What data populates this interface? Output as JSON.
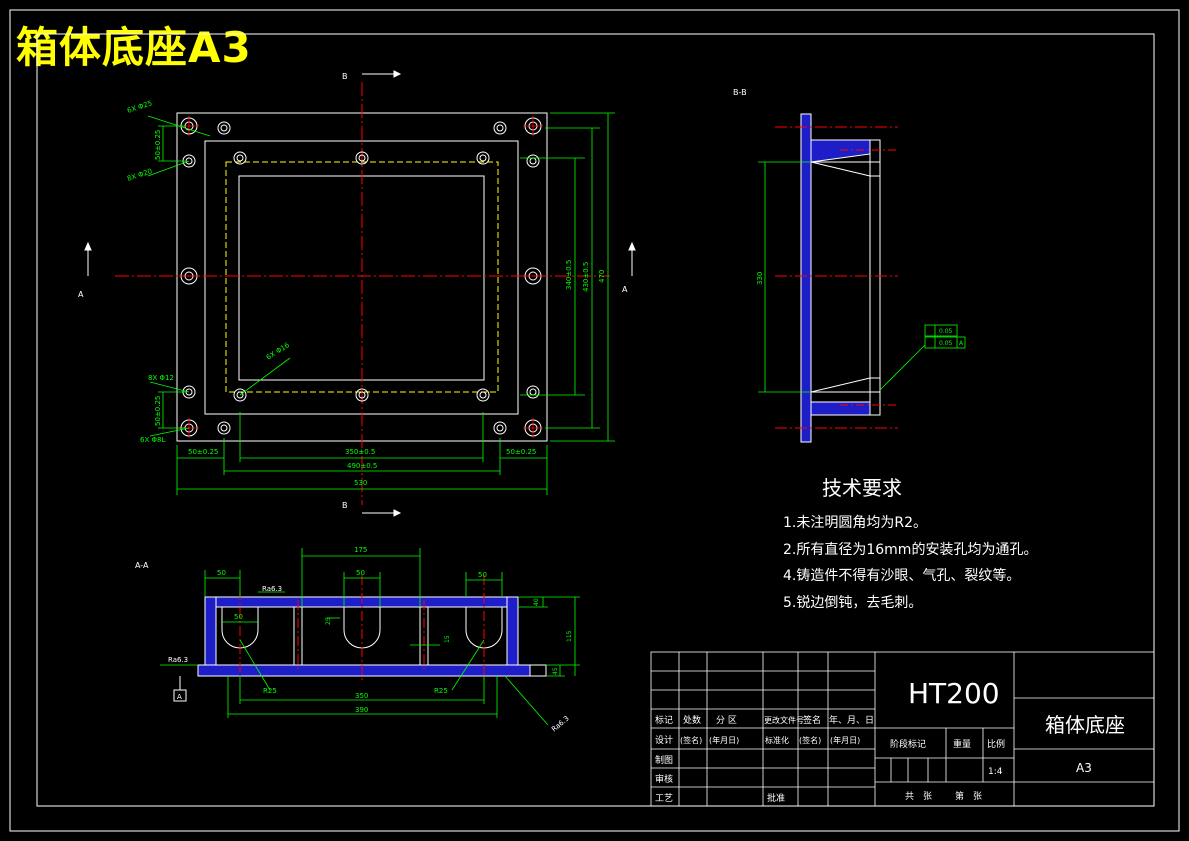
{
  "sheet_title": "箱体底座A3",
  "colors": {
    "outline": "#ffffff",
    "dimension": "#00ff00",
    "center_line": "#ff0000",
    "hidden_line": "#ffff00",
    "section_fill": "#1e1ec8",
    "title": "#ffff00"
  },
  "views": {
    "plan": {
      "section_markers": [
        "B",
        "B",
        "A",
        "A"
      ],
      "hole_callouts": [
        "6X Φ25",
        "8X Φ20",
        "8X Φ12",
        "6X Φ8L",
        "6X Φ16"
      ],
      "dims": {
        "small_vert_top": "50±0.25",
        "small_vert_bottom": "50±0.25",
        "inner_width": "350±0.5",
        "hole_span": "490±0.5",
        "overall_width": "530",
        "edge_left": "50±0.25",
        "edge_right": "50±0.25",
        "inner_height": "340±0.5",
        "hole_height": "430±0.5",
        "overall_height": "470"
      }
    },
    "side": {
      "label": "B-B",
      "height_dim": "330",
      "tolerance_frame": [
        "0.05",
        "0.05",
        "A"
      ]
    },
    "section": {
      "label": "A-A",
      "dims": {
        "top_span": "175",
        "slot_left": "50",
        "slot_mid": "50",
        "slot_right": "50",
        "inner_slot": "50",
        "depth_small": "25",
        "web": "15",
        "height_top": "40",
        "height_total": "115",
        "height_bottom": "45",
        "fillet_left": "R25",
        "fillet_right": "R25",
        "inner_span": "350",
        "outer_span": "390"
      },
      "roughness": [
        "Ra6.3",
        "Ra6.3",
        "Ra6.3"
      ],
      "datum": "A"
    }
  },
  "requirements": {
    "heading": "技术要求",
    "items": [
      "1.未注明圆角均为R2。",
      "2.所有直径为16mm的安装孔均为通孔。",
      "4.铸造件不得有沙眼、气孔、裂纹等。",
      "5.锐边倒钝，去毛刺。"
    ]
  },
  "title_block": {
    "material": "HT200",
    "part_name": "箱体底座",
    "sheet_size": "A3",
    "scale": "1:4",
    "scale_label": "比例",
    "weight_label": "重量",
    "stage_label": "阶段标记",
    "total_sheets": "共　张",
    "sheet_no": "第　张",
    "row_labels": [
      "标记",
      "设计",
      "制图",
      "审核",
      "工艺"
    ],
    "header_cols": [
      "处数",
      "分 区",
      "更改文件号",
      "签名",
      "年、月、日"
    ],
    "design_cols": [
      "(签名)",
      "(年月日)",
      "标准化",
      "(签名)",
      "(年月日)"
    ],
    "approve": "批准"
  }
}
